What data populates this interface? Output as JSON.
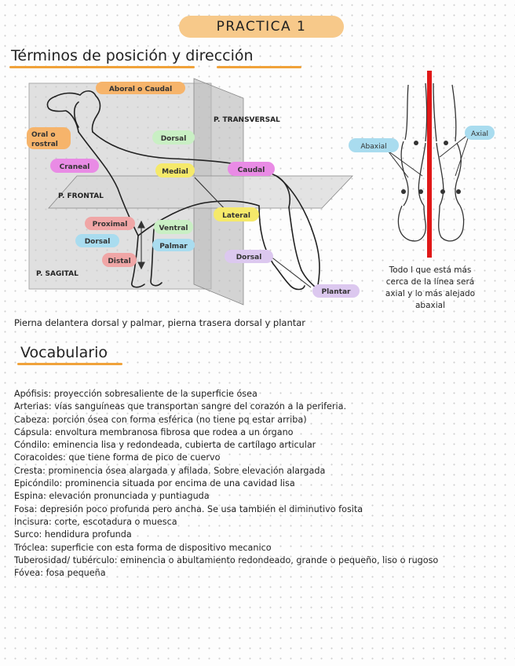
{
  "header": {
    "title": "PRACTICA 1"
  },
  "section1": {
    "title": "Términos de posición y dirección"
  },
  "diagram": {
    "labels": {
      "aboral": "Aboral o Caudal",
      "oral": "Oral o rostral",
      "transversal": "P. TRANSVERSAL",
      "dorsal_top": "Dorsal",
      "craneal": "Craneal",
      "medial": "Medial",
      "caudal": "Caudal",
      "frontal": "P. FRONTAL",
      "lateral": "Lateral",
      "proximal": "Proximal",
      "ventral": "Ventral",
      "dorsal_front": "Dorsal",
      "palmar": "Palmar",
      "dorsal_hind": "Dorsal",
      "distal": "Distal",
      "sagital": "P. SAGITAL",
      "plantar": "Plantar",
      "axial": "Axial",
      "abaxial": "Abaxial"
    },
    "note": [
      "Todo l que está más",
      "cerca de la línea será",
      "axial y lo más alejado",
      "abaxial"
    ],
    "colors": {
      "orange": "#f6b46b",
      "green": "#c9efc4",
      "magenta": "#e98be5",
      "yellow": "#f5e96a",
      "pink": "#f0a6a6",
      "blue": "#a9dcef",
      "lavender": "#dcc8ef",
      "red_line": "#e01818"
    }
  },
  "caption": "Pierna delantera dorsal y palmar, pierna trasera dorsal y plantar",
  "vocab": {
    "title": "Vocabulario",
    "items": [
      "Apófisis: proyección sobresaliente de la superficie ósea",
      "Arterias: vías sanguíneas que transportan sangre del corazón a la periferia.",
      "Cabeza: porción ósea con forma esférica (no tiene pq estar arriba)",
      "Cápsula: envoltura membranosa fibrosa que rodea a un órgano",
      "Cóndilo: eminencia lisa y redondeada, cubierta de cartílago articular",
      "Coracoides: que tiene forma de pico de cuervo",
      "Cresta: prominencia ósea alargada y afilada. Sobre elevación alargada",
      "Epicóndilo: prominencia situada por encima de una cavidad lisa",
      "Espina: elevación pronunciada y puntiaguda",
      "Fosa: depresión poco profunda pero ancha. Se usa también el diminutivo fosita",
      "Incisura: corte, escotadura o muesca",
      "Surco: hendidura profunda",
      "Tróclea: superficie con esta forma de dispositivo mecanico",
      "Tuberosidad/ tubérculo: eminencia o abultamiento redondeado, grande o pequeño, liso o rugoso",
      "Fóvea: fosa pequeña"
    ]
  }
}
